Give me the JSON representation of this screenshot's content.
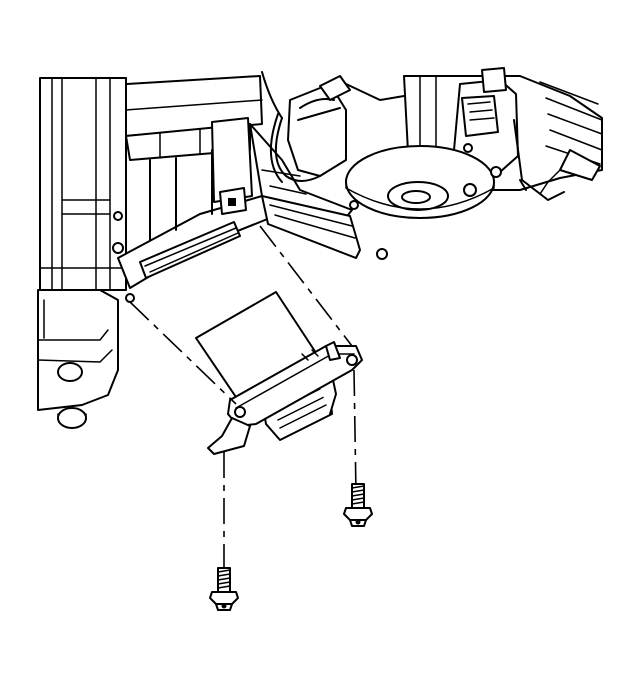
{
  "diagram": {
    "type": "exploded-view line drawing",
    "colors": {
      "line": "#000000",
      "background": "#ffffff"
    },
    "parts": [
      {
        "id": "hvac-module-housing",
        "kind": "housing"
      },
      {
        "id": "blower-motor-fan",
        "kind": "motor"
      },
      {
        "id": "blower-motor-control-module",
        "kind": "module"
      },
      {
        "id": "mounting-bracket",
        "kind": "bracket"
      },
      {
        "id": "screw-left",
        "kind": "fastener"
      },
      {
        "id": "screw-right",
        "kind": "fastener"
      }
    ],
    "text_labels": []
  }
}
